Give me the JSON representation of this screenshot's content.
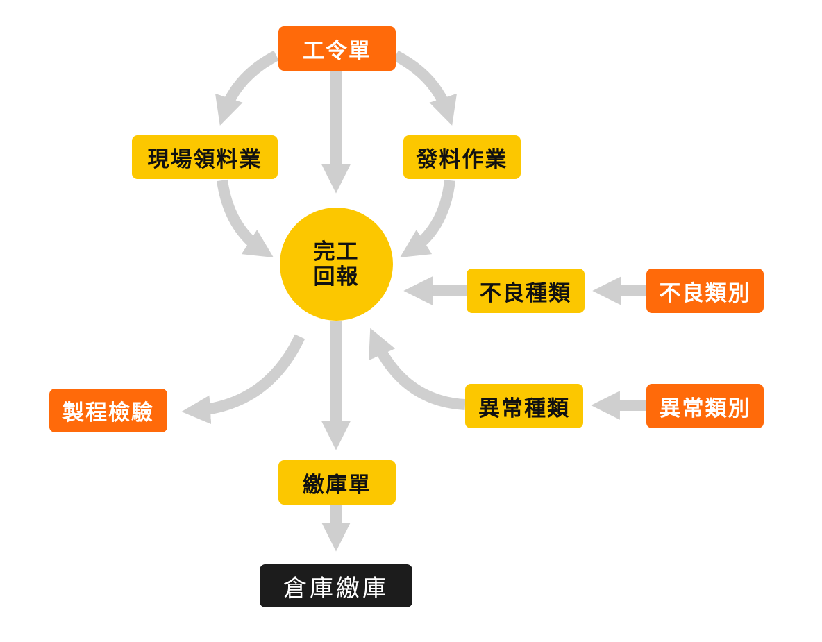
{
  "diagram": {
    "nodes": {
      "work_order": "工令單",
      "onsite_picking": "現場領料業",
      "material_issue": "發料作業",
      "completion_line1": "完工",
      "completion_line2": "回報",
      "defect_types": "不良種類",
      "defect_categories": "不良類別",
      "exception_types": "異常種類",
      "exception_categories": "異常類別",
      "process_inspection": "製程檢驗",
      "stock_in_slip": "繳庫單",
      "warehouse_stock_in": "倉庫繳庫"
    },
    "colors": {
      "orange": "#ff6a0a",
      "yellow": "#fcc700",
      "dark": "#1c1c1c",
      "arrow": "#cfcfcf"
    }
  }
}
